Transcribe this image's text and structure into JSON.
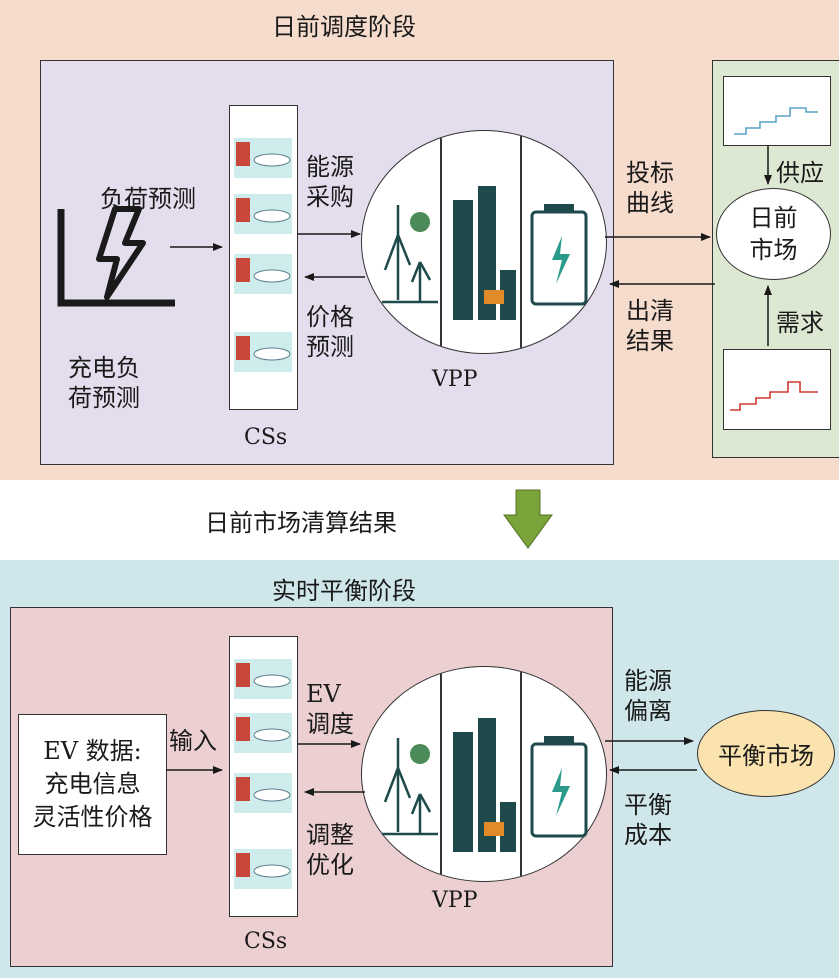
{
  "top": {
    "title": "日前调度阶段",
    "load_forecast": "负荷预测",
    "charge_forecast": [
      "充电负",
      "荷预测"
    ],
    "energy_purchase": [
      "能源",
      "采购"
    ],
    "price_forecast": [
      "价格",
      "预测"
    ],
    "bid_curve": [
      "投标",
      "曲线"
    ],
    "clearing_result": [
      "出清",
      "结果"
    ],
    "supply": "供应",
    "demand": "需求",
    "market": [
      "日前",
      "市场"
    ],
    "vpp": "VPP",
    "cs": "CSs"
  },
  "middle": {
    "result_label": "日前市场清算结果"
  },
  "bottom": {
    "title": "实时平衡阶段",
    "ev_data": [
      "EV 数据:",
      "充电信息",
      "灵活性价格"
    ],
    "input": "输入",
    "ev_dispatch": [
      "EV",
      "调度"
    ],
    "adjust_optimize": [
      "调整",
      "优化"
    ],
    "energy_deviation": [
      "能源",
      "偏离"
    ],
    "balance_cost": [
      "平衡",
      "成本"
    ],
    "balance_market": "平衡市场",
    "vpp": "VPP",
    "cs": "CSs"
  },
  "colors": {
    "top_bg": "#f6dccd",
    "top_box": "#e4dded",
    "market_box": "#dde8d2",
    "bottom_bg": "#cfe6ea",
    "bottom_box": "#eccfd1",
    "balance_market": "#fbe3b0",
    "down_arrow": "#7aa33a",
    "supply_line": "#5ba3c9",
    "demand_line": "#d13a32",
    "vpp_icon": "#1f4a4c"
  }
}
